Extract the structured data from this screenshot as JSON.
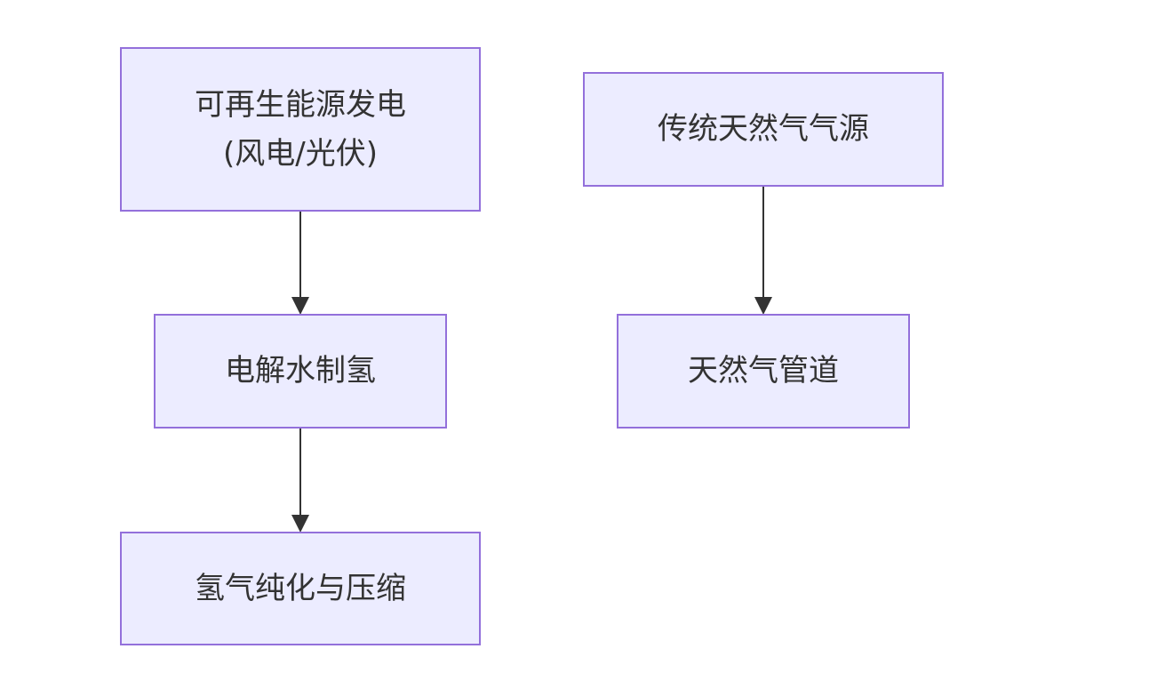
{
  "diagram": {
    "nodes": {
      "renewable": {
        "line1": "可再生能源发电",
        "line2": "(风电/光伏)"
      },
      "electrolysis": {
        "label": "电解水制氢"
      },
      "purification": {
        "label": "氢气纯化与压缩"
      },
      "traditional": {
        "label": "传统天然气气源"
      },
      "pipeline": {
        "label": "天然气管道"
      }
    },
    "edges": [
      {
        "from": "renewable",
        "to": "electrolysis"
      },
      {
        "from": "electrolysis",
        "to": "purification"
      },
      {
        "from": "traditional",
        "to": "pipeline"
      }
    ],
    "colors": {
      "node_fill": "#ececff",
      "node_border": "#9370db",
      "text": "#333333",
      "edge": "#333333"
    }
  }
}
